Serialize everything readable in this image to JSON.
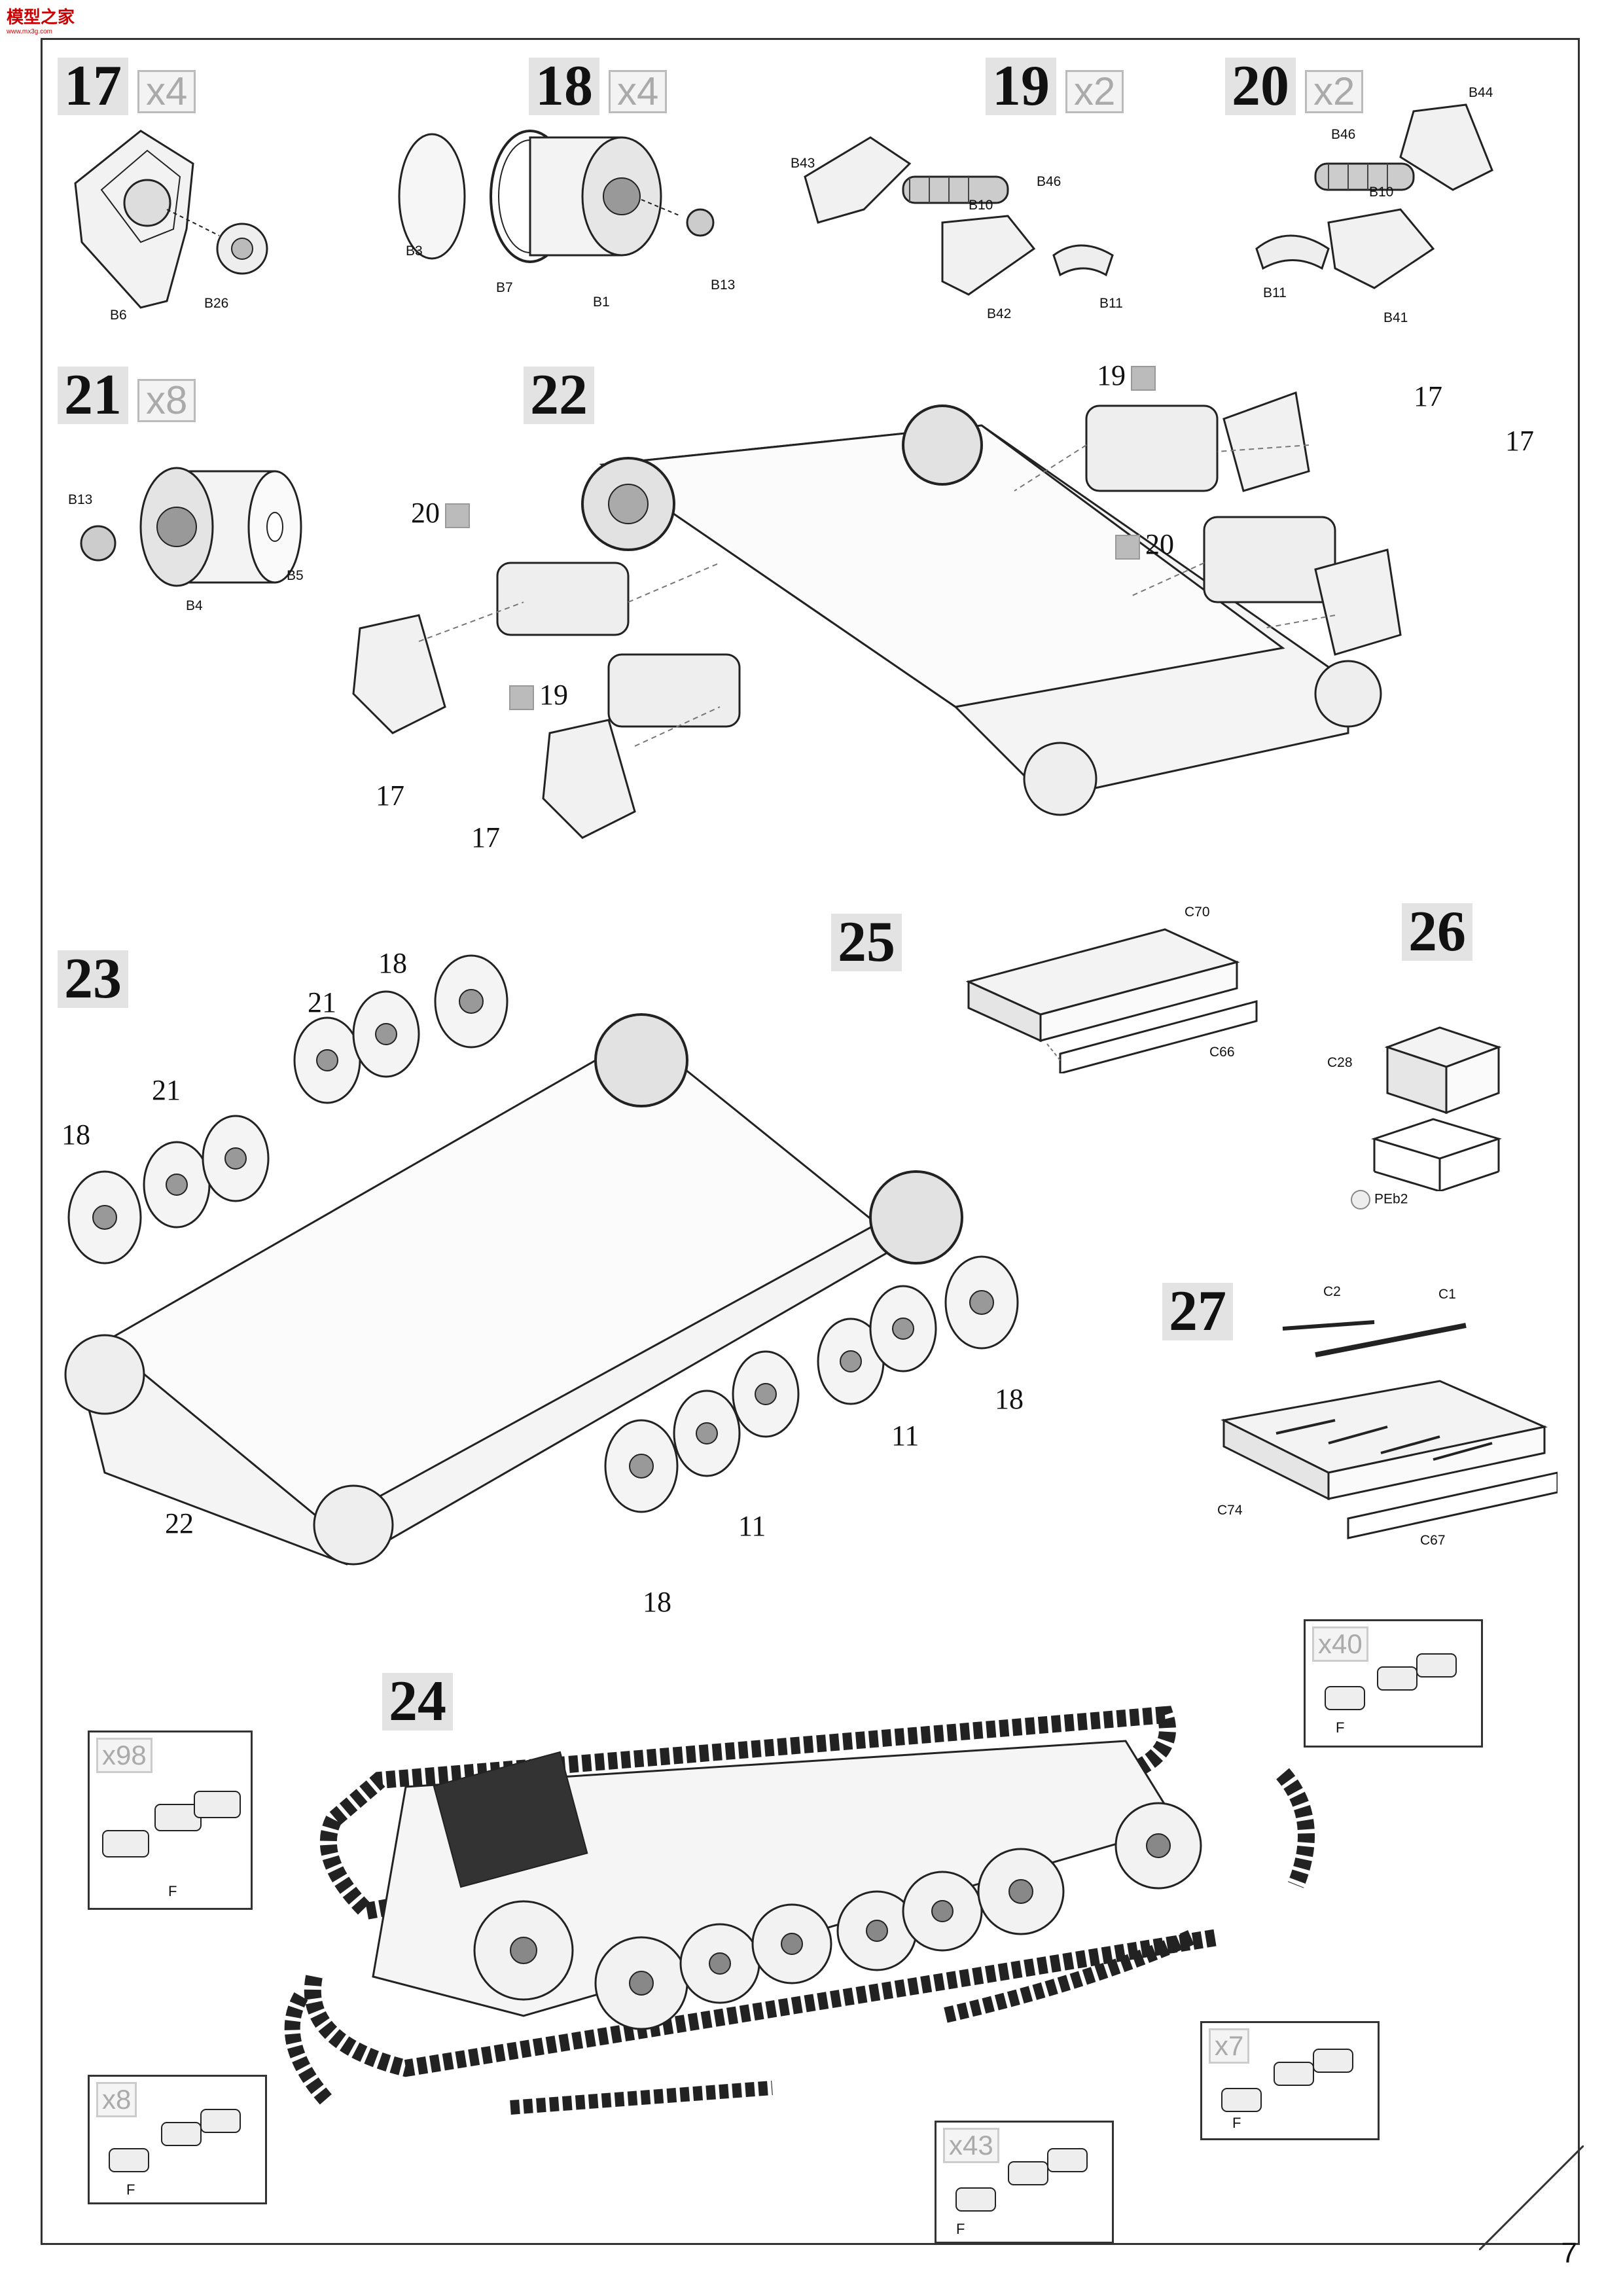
{
  "watermark": {
    "logo_text": "模型之家",
    "site": "www.mx3g.com"
  },
  "page_number": "7",
  "steps": [
    {
      "id": "17",
      "qty": "x4",
      "parts": [
        "B6",
        "B26"
      ]
    },
    {
      "id": "18",
      "qty": "x4",
      "parts": [
        "B3",
        "B7",
        "B1",
        "B13"
      ]
    },
    {
      "id": "19",
      "qty": "x2",
      "parts": [
        "B43",
        "B46",
        "B10",
        "B42",
        "B11"
      ]
    },
    {
      "id": "20",
      "qty": "x2",
      "parts": [
        "B46",
        "B44",
        "B10",
        "B11",
        "B41"
      ]
    },
    {
      "id": "21",
      "qty": "x8",
      "parts": [
        "B13",
        "B5",
        "B4"
      ]
    },
    {
      "id": "22",
      "qty": ""
    },
    {
      "id": "23",
      "qty": ""
    },
    {
      "id": "24",
      "qty": ""
    },
    {
      "id": "25",
      "qty": "",
      "parts": [
        "C70",
        "C66"
      ]
    },
    {
      "id": "26",
      "qty": "",
      "parts": [
        "C28",
        "PEb2"
      ]
    },
    {
      "id": "27",
      "qty": "",
      "parts": [
        "C2",
        "C1",
        "C74",
        "C67"
      ]
    }
  ],
  "step22_refs": [
    "19",
    "17",
    "17",
    "20",
    "20",
    "19",
    "17",
    "17"
  ],
  "step23_refs": [
    "18",
    "21",
    "21",
    "18",
    "11",
    "18",
    "11",
    "22",
    "18"
  ],
  "track_boxes": [
    {
      "qty": "x98",
      "label": "F"
    },
    {
      "qty": "x40",
      "label": "F"
    },
    {
      "qty": "x8",
      "label": "F"
    },
    {
      "qty": "x7",
      "label": "F"
    },
    {
      "qty": "x43",
      "label": "F"
    }
  ]
}
